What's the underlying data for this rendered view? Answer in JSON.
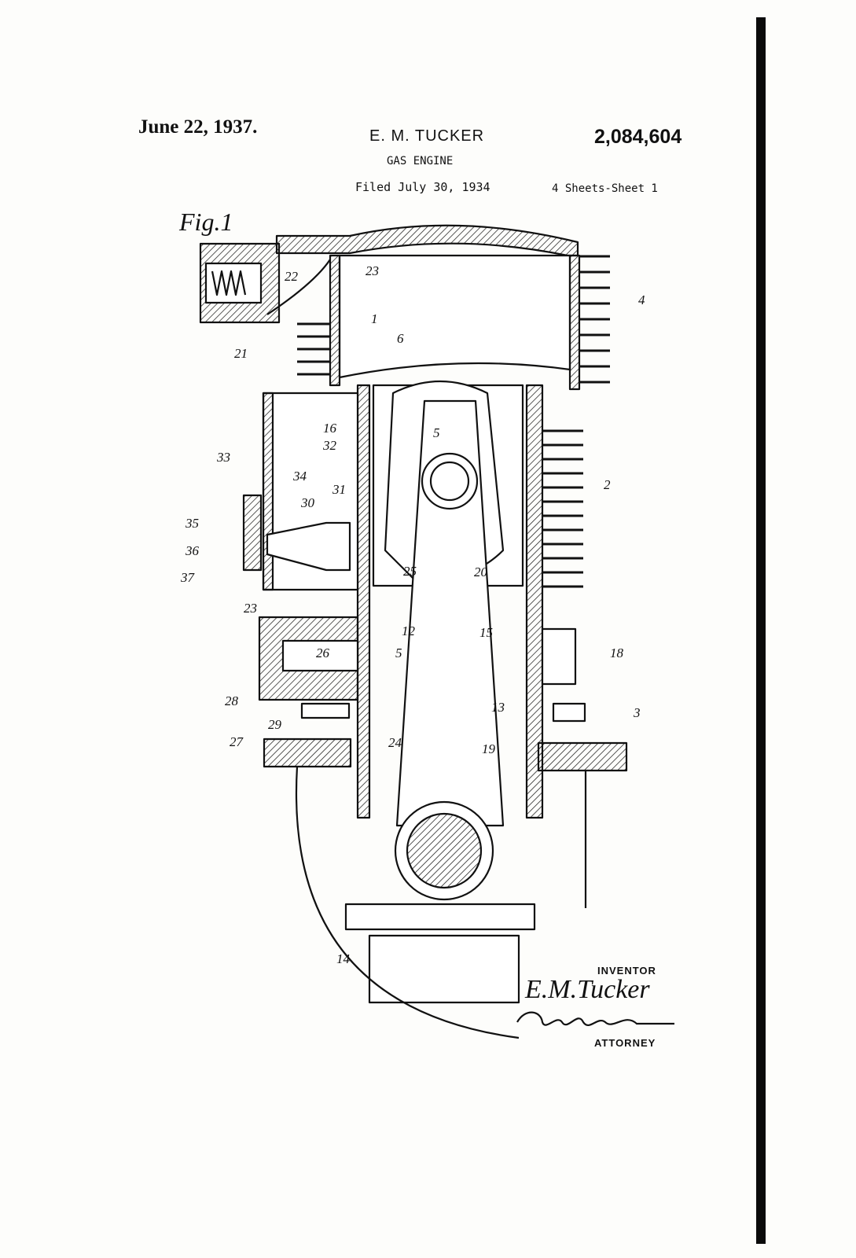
{
  "header": {
    "date": "June 22, 1937.",
    "inventor": "E. M. TUCKER",
    "patent_number": "2,084,604",
    "title": "GAS ENGINE",
    "filed": "Filed July 30, 1934",
    "sheets": "4 Sheets-Sheet 1"
  },
  "figure_label": "Fig.1",
  "reference_numerals": [
    "23",
    "22",
    "21",
    "1",
    "6",
    "4",
    "16",
    "5",
    "33",
    "32",
    "34",
    "31",
    "30",
    "35",
    "36",
    "37",
    "2",
    "25",
    "20",
    "23",
    "12",
    "15",
    "26",
    "5",
    "18",
    "28",
    "13",
    "29",
    "3",
    "27",
    "24",
    "19",
    "14"
  ],
  "signature_block": {
    "inventor_label": "INVENTOR",
    "inventor_signature": "E.M.Tucker",
    "attorney_label": "ATTORNEY"
  }
}
